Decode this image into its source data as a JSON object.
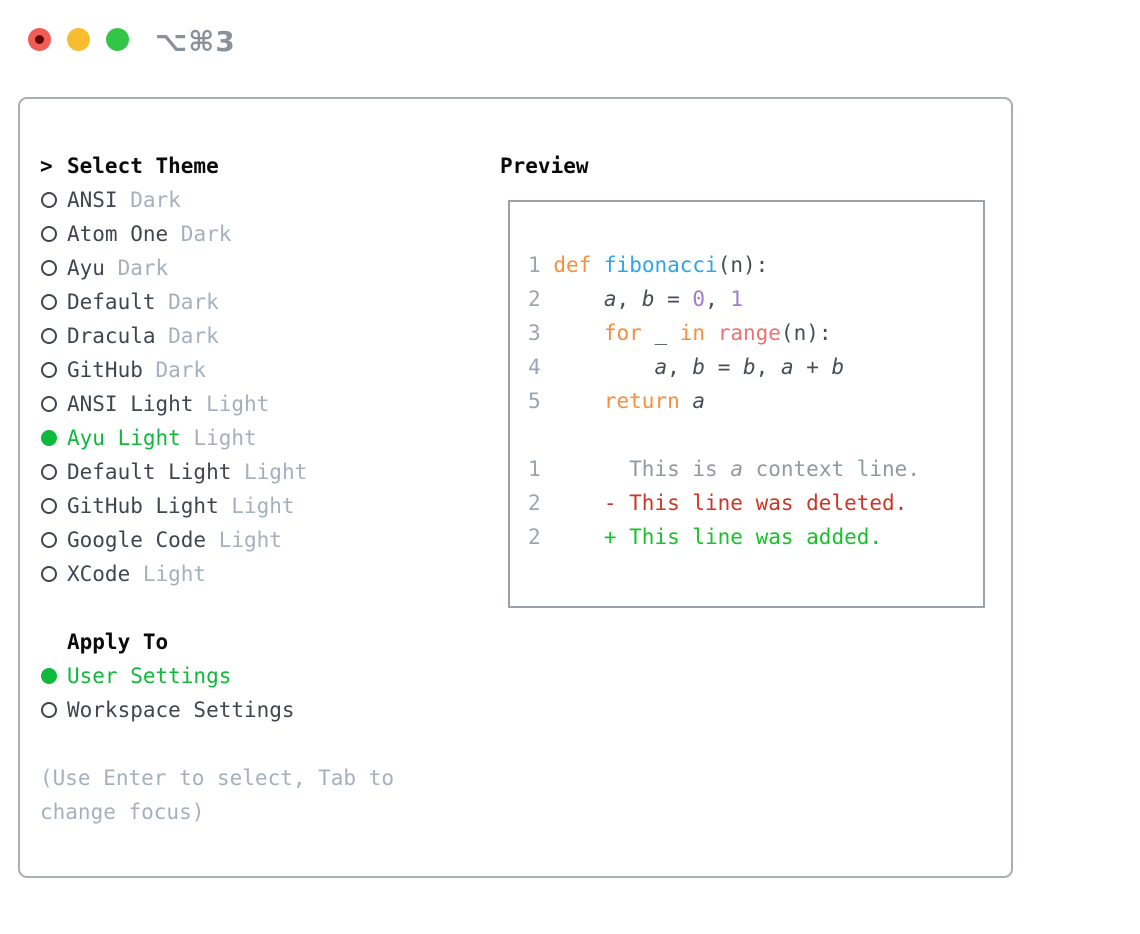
{
  "window": {
    "title": "⌥⌘3"
  },
  "theme_list": {
    "header_marker": ">",
    "header": "Select Theme",
    "items": [
      {
        "name": "ANSI",
        "variant": "Dark",
        "selected": false
      },
      {
        "name": "Atom One",
        "variant": "Dark",
        "selected": false
      },
      {
        "name": "Ayu",
        "variant": "Dark",
        "selected": false
      },
      {
        "name": "Default",
        "variant": "Dark",
        "selected": false
      },
      {
        "name": "Dracula",
        "variant": "Dark",
        "selected": false
      },
      {
        "name": "GitHub",
        "variant": "Dark",
        "selected": false
      },
      {
        "name": "ANSI Light",
        "variant": "Light",
        "selected": false
      },
      {
        "name": "Ayu Light",
        "variant": "Light",
        "selected": true
      },
      {
        "name": "Default Light",
        "variant": "Light",
        "selected": false
      },
      {
        "name": "GitHub Light",
        "variant": "Light",
        "selected": false
      },
      {
        "name": "Google Code",
        "variant": "Light",
        "selected": false
      },
      {
        "name": "XCode",
        "variant": "Light",
        "selected": false
      }
    ]
  },
  "apply_to": {
    "header": "Apply To",
    "options": [
      {
        "label": "User Settings",
        "selected": true
      },
      {
        "label": "Workspace Settings",
        "selected": false
      }
    ]
  },
  "hint": "(Use Enter to select, Tab to change focus)",
  "preview": {
    "header": "Preview",
    "lines": [
      {
        "n": "1",
        "tk": [
          [
            "pl",
            " "
          ],
          [
            "kw",
            "def"
          ],
          [
            "pl",
            " "
          ],
          [
            "fn",
            "fibonacci"
          ],
          [
            "pl",
            "(n):"
          ]
        ]
      },
      {
        "n": "2",
        "tk": [
          [
            "pl",
            "     "
          ],
          [
            "var",
            "a"
          ],
          [
            "pl",
            ", "
          ],
          [
            "var",
            "b"
          ],
          [
            "pl",
            " = "
          ],
          [
            "lit",
            "0"
          ],
          [
            "pl",
            ", "
          ],
          [
            "lit",
            "1"
          ]
        ]
      },
      {
        "n": "3",
        "tk": [
          [
            "pl",
            "     "
          ],
          [
            "kw",
            "for"
          ],
          [
            "pl",
            " _ "
          ],
          [
            "kw",
            "in"
          ],
          [
            "pl",
            " "
          ],
          [
            "bi",
            "range"
          ],
          [
            "pl",
            "(n):"
          ]
        ]
      },
      {
        "n": "4",
        "tk": [
          [
            "pl",
            "         "
          ],
          [
            "var",
            "a"
          ],
          [
            "pl",
            ", "
          ],
          [
            "var",
            "b"
          ],
          [
            "pl",
            " = "
          ],
          [
            "var",
            "b"
          ],
          [
            "pl",
            ", "
          ],
          [
            "var",
            "a"
          ],
          [
            "pl",
            " + "
          ],
          [
            "var",
            "b"
          ]
        ]
      },
      {
        "n": "5",
        "tk": [
          [
            "pl",
            "     "
          ],
          [
            "kw",
            "return"
          ],
          [
            "pl",
            " "
          ],
          [
            "var",
            "a"
          ]
        ]
      },
      {
        "n": "",
        "tk": []
      },
      {
        "n": "1",
        "tk": [
          [
            "ctx",
            "       This is "
          ],
          [
            "ctxv",
            "a"
          ],
          [
            "ctx",
            " context line."
          ]
        ]
      },
      {
        "n": "2",
        "tk": [
          [
            "pl",
            "     "
          ],
          [
            "del",
            "- This line was deleted."
          ]
        ]
      },
      {
        "n": "2",
        "tk": [
          [
            "pl",
            "     "
          ],
          [
            "add",
            "+ This line was added."
          ]
        ]
      }
    ]
  },
  "colors": {
    "accent_green": "#0fb93b",
    "keyword_orange": "#fa8d3e",
    "function_blue": "#2da5e9",
    "literal_purple": "#a37acc",
    "builtin_red": "#f07171",
    "diff_deleted_red": "#cf3527",
    "diff_added_green": "#17c22a",
    "border_gray": "#a7afba",
    "muted_gray": "#a6b0bd",
    "traffic_red": "#f15c54",
    "traffic_yellow": "#f7bd30",
    "traffic_green": "#32c546"
  }
}
